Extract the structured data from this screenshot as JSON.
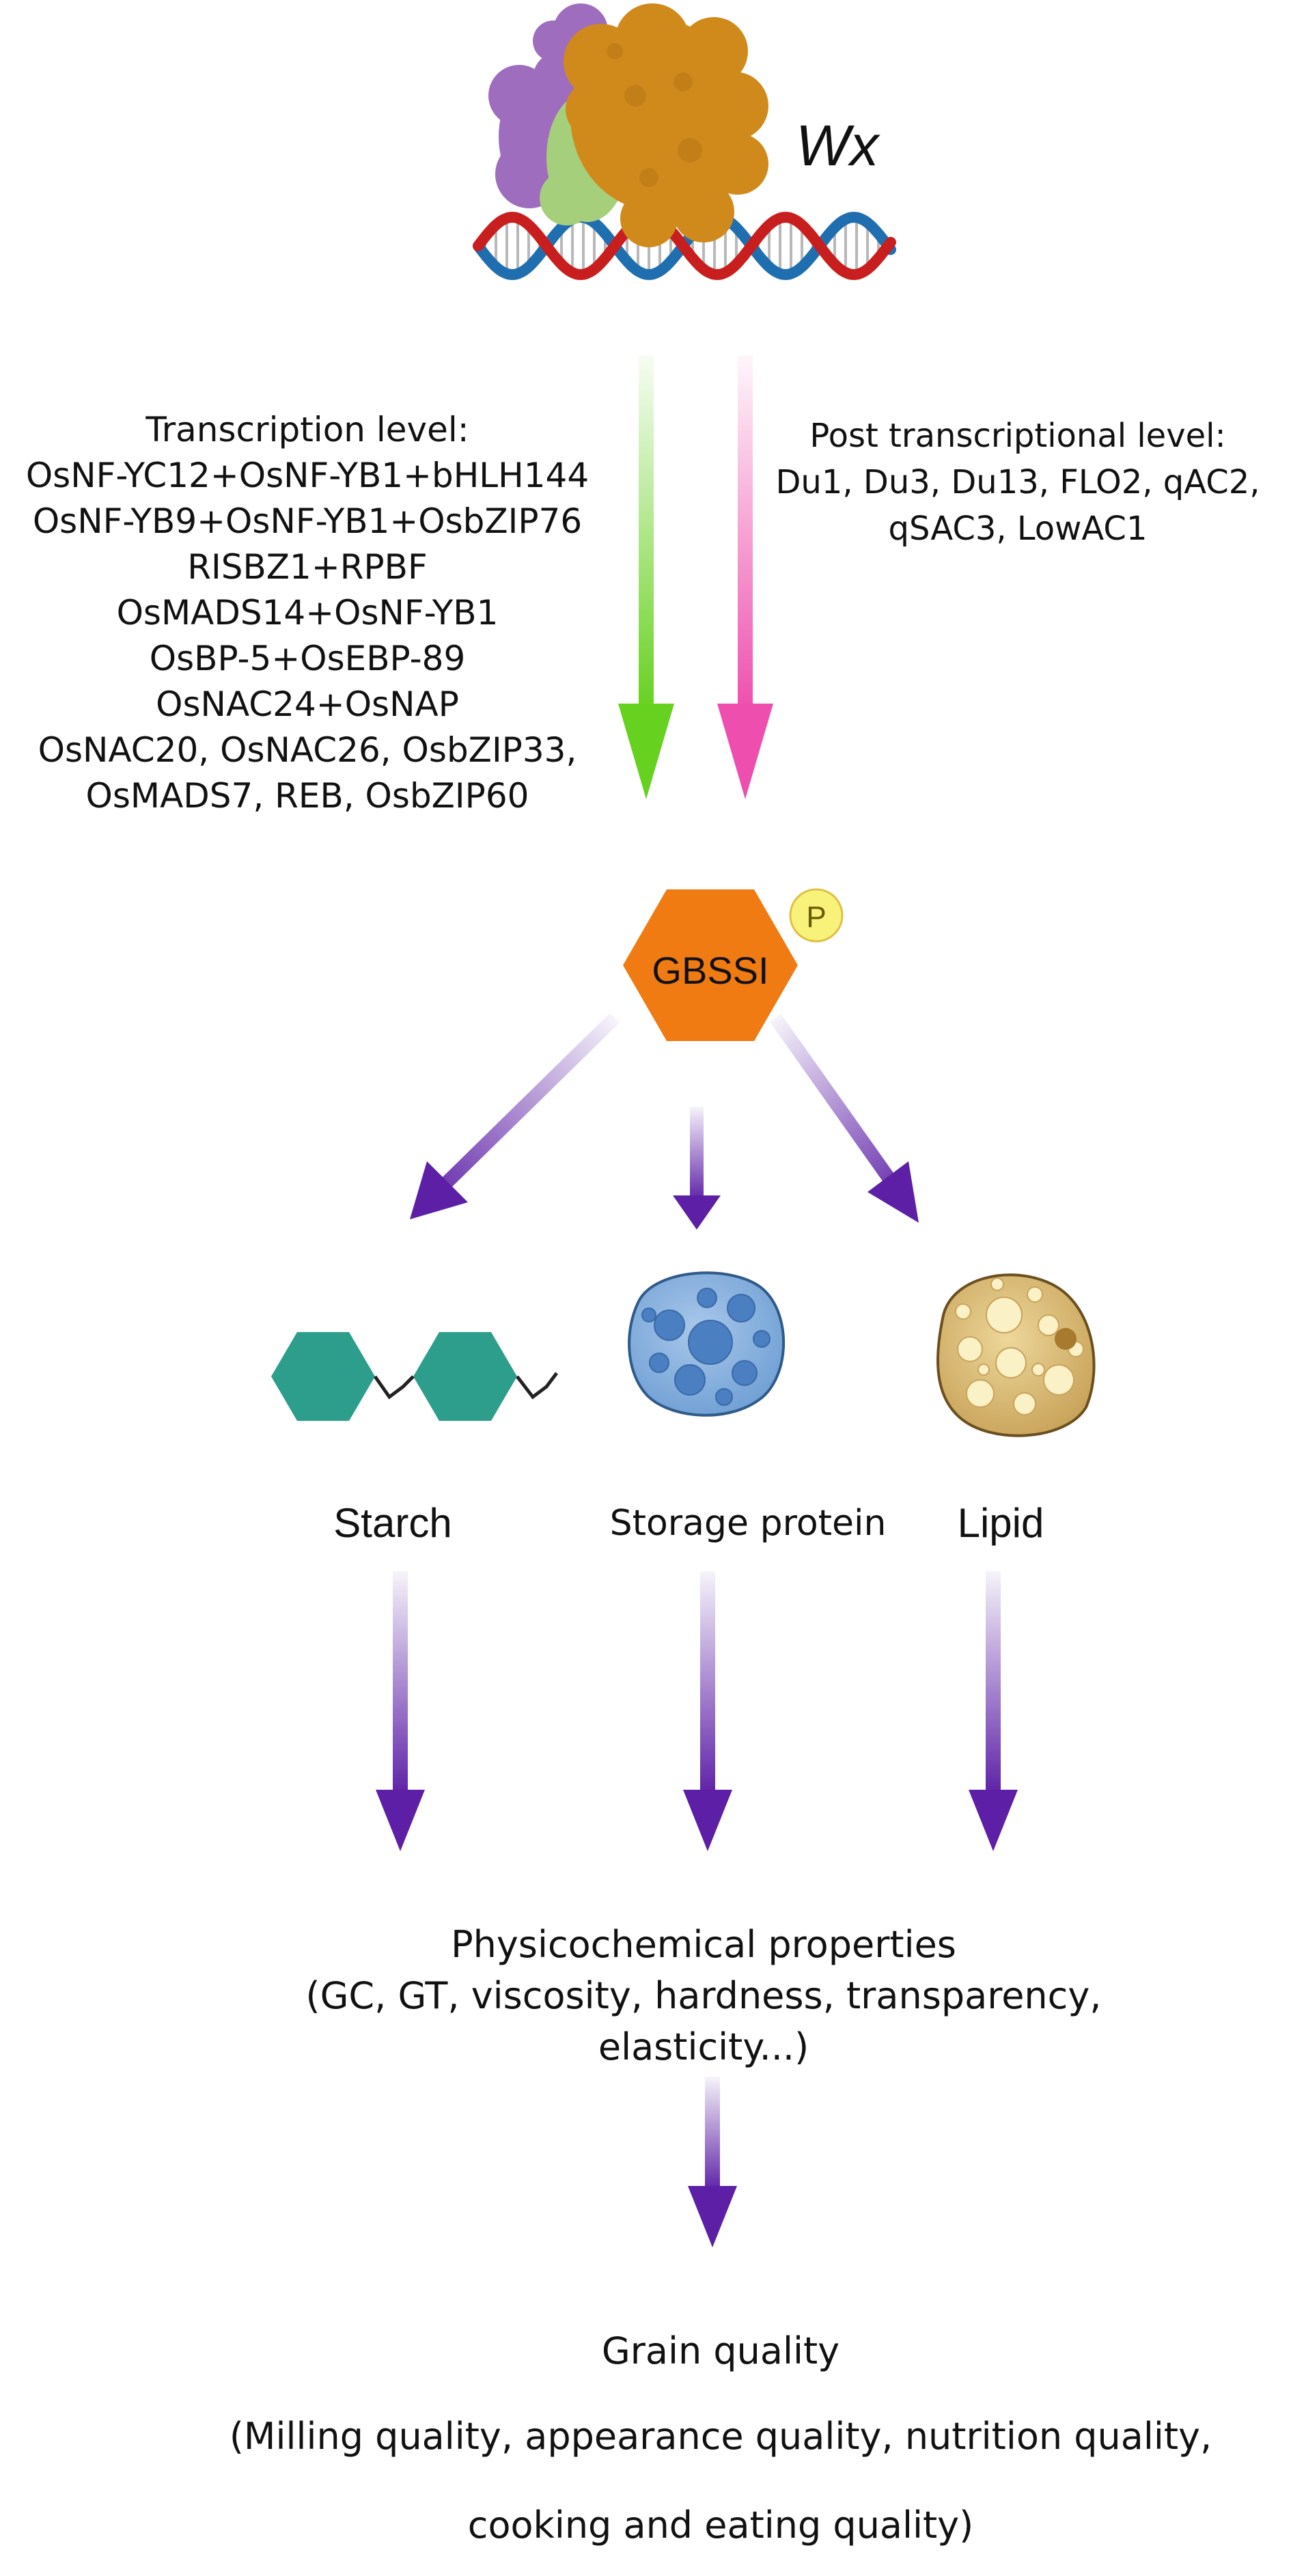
{
  "gene": {
    "label": "Wx"
  },
  "transcription": {
    "heading": "Transcription level:",
    "lines": [
      "OsNF-YC12+OsNF-YB1+bHLH144",
      "OsNF-YB9+OsNF-YB1+OsbZIP76",
      "RISBZ1+RPBF",
      "OsMADS14+OsNF-YB1",
      "OsBP-5+OsEBP-89",
      "OsNAC24+OsNAP",
      "OsNAC20, OsNAC26, OsbZIP33,",
      "OsMADS7, REB, OsbZIP60"
    ]
  },
  "post_transcription": {
    "heading": "Post transcriptional level:",
    "lines": [
      "Du1, Du3, Du13, FLO2,  qAC2,",
      "qSAC3, LowAC1"
    ]
  },
  "enzyme": {
    "label": "GBSSI",
    "phospho": "P"
  },
  "components": {
    "starch": "Starch",
    "protein": "Storage protein",
    "lipid": "Lipid"
  },
  "properties": {
    "title": "Physicochemical properties",
    "line2": "(GC, GT, viscosity, hardness, transparency,",
    "line3": "elasticity...)"
  },
  "grain": {
    "title": "Grain quality",
    "line2": "(Milling quality, appearance quality, nutrition quality,",
    "line3": "cooking and eating quality)"
  },
  "colors": {
    "green_arrow": "#66d11f",
    "pink_arrow": "#ee4fae",
    "purple_arrow": "#5c1fa6",
    "gbssi": "#ef7b12",
    "phospho": "#f8f27a",
    "starch": "#2d9e8b",
    "protein": "#4f86c9",
    "lipid": "#d9b86a",
    "dna_red": "#c81e1e",
    "dna_blue": "#1f6fb0"
  }
}
